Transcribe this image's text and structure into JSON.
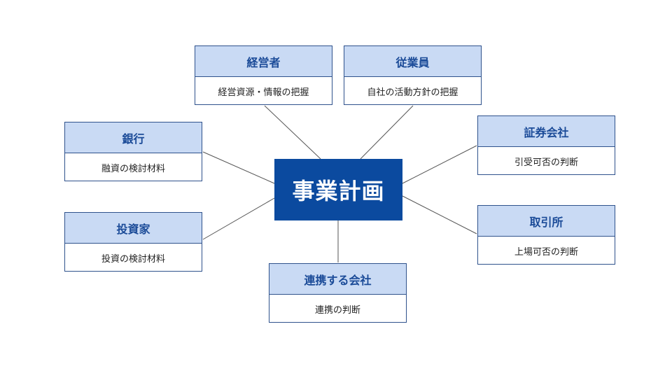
{
  "center": {
    "label": "事業計画"
  },
  "stakeholders": [
    {
      "title": "経営者",
      "desc": "経営資源・情報の把握"
    },
    {
      "title": "従業員",
      "desc": "自社の活動方針の把握"
    },
    {
      "title": "銀行",
      "desc": "融資の検討材料"
    },
    {
      "title": "投資家",
      "desc": "投資の検討材料"
    },
    {
      "title": "証券会社",
      "desc": "引受可否の判断"
    },
    {
      "title": "取引所",
      "desc": "上場可否の判断"
    },
    {
      "title": "連携する会社",
      "desc": "連携の判断"
    }
  ],
  "colors": {
    "center": "#0b4a9f",
    "header": "#c9daf4",
    "title": "#1b4b98",
    "border": "#2f528c"
  }
}
